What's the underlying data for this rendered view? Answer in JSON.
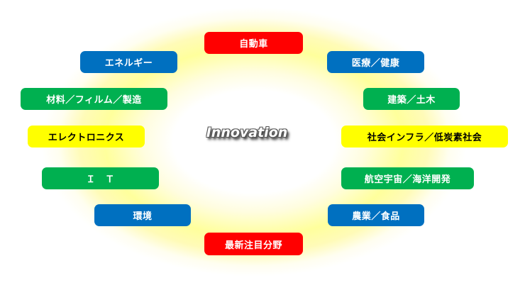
{
  "diagram": {
    "center": {
      "title": "Innovation"
    },
    "colors": {
      "red": "#ff0000",
      "blue": "#0070c0",
      "green": "#00b050",
      "yellow": "#ffff00",
      "glow": "#ffff9c",
      "background": "#ffffff"
    },
    "fields": [
      {
        "label": "自動車",
        "color": "red",
        "position": "top"
      },
      {
        "label": "エネルギー",
        "color": "blue",
        "position": "upper-left"
      },
      {
        "label": "医療／健康",
        "color": "blue",
        "position": "upper-right"
      },
      {
        "label": "材料／フィルム／製造",
        "color": "green",
        "position": "left-2"
      },
      {
        "label": "建築／土木",
        "color": "green",
        "position": "right-2"
      },
      {
        "label": "エレクトロニクス",
        "color": "yellow",
        "position": "left-3"
      },
      {
        "label": "社会インフラ／低炭素社会",
        "color": "yellow",
        "position": "right-3"
      },
      {
        "label": "Ｉ　Ｔ",
        "color": "green",
        "position": "left-4"
      },
      {
        "label": "航空宇宙／海洋開発",
        "color": "green",
        "position": "right-4"
      },
      {
        "label": "環境",
        "color": "blue",
        "position": "lower-left"
      },
      {
        "label": "農業／食品",
        "color": "blue",
        "position": "lower-right"
      },
      {
        "label": "最新注目分野",
        "color": "red",
        "position": "bottom"
      }
    ]
  }
}
